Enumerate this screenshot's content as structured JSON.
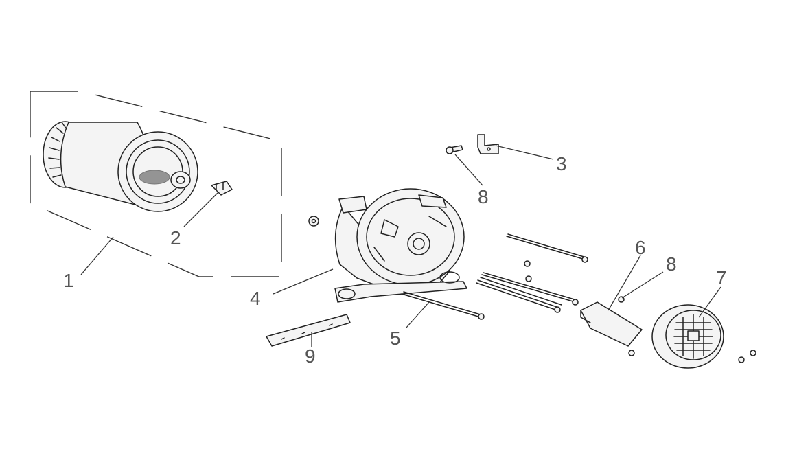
{
  "callouts": {
    "c1": "1",
    "c2": "2",
    "c3": "3",
    "c4": "4",
    "c5": "5",
    "c6": "6",
    "c7": "7",
    "c8a": "8",
    "c8b": "8",
    "c9": "9"
  },
  "colors": {
    "line": "#222222",
    "label": "#555555",
    "background": "#ffffff"
  }
}
